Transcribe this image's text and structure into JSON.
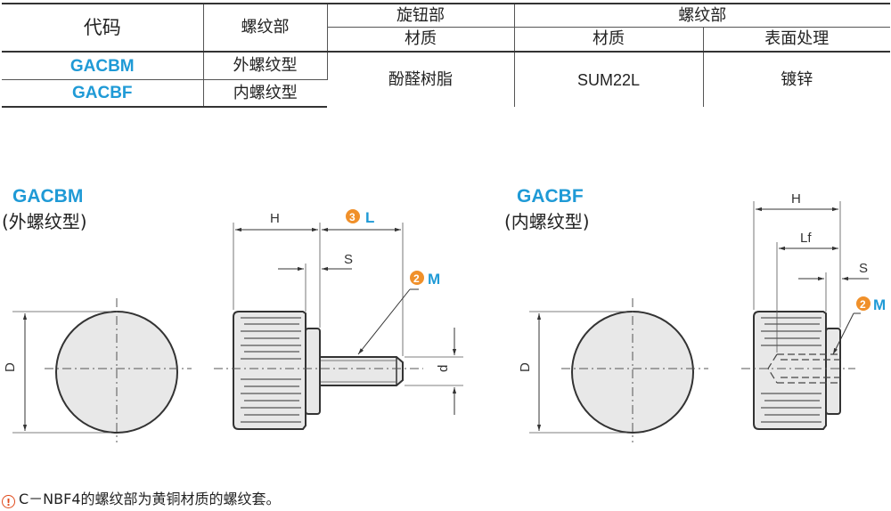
{
  "table": {
    "h_code": "代码",
    "h_thread": "螺纹部",
    "h_knob": "旋钮部",
    "h_thread2": "螺纹部",
    "h_material_knob": "材质",
    "h_material_thread": "材质",
    "h_surface": "表面处理",
    "row1_code": "GACBM",
    "row1_thread": "外螺纹型",
    "row2_code": "GACBF",
    "row2_thread": "内螺纹型",
    "knob_material": "酚醛树脂",
    "thread_material": "SUM22L",
    "surface_treatment": "镀锌"
  },
  "diagram_left": {
    "code": "GACBM",
    "type": "(外螺纹型)",
    "dim_H": "H",
    "dim_L_num": "3",
    "dim_L": "L",
    "dim_S": "S",
    "dim_M_num": "2",
    "dim_M": "M",
    "dim_D": "D",
    "dim_d": "d"
  },
  "diagram_right": {
    "code": "GACBF",
    "type": "(内螺纹型)",
    "dim_H": "H",
    "dim_Lf": "Lf",
    "dim_S": "S",
    "dim_M_num": "2",
    "dim_M": "M",
    "dim_D": "D"
  },
  "footnote": {
    "icon": "warning-icon",
    "mark": "!",
    "text": "C－NBF4的螺纹部为黄铜材质的螺纹套。"
  },
  "colors": {
    "accent_blue": "#1f9ad6",
    "badge_orange": "#f0902a",
    "warning_red": "#e04a1b",
    "part_fill": "#e8e8e8"
  }
}
